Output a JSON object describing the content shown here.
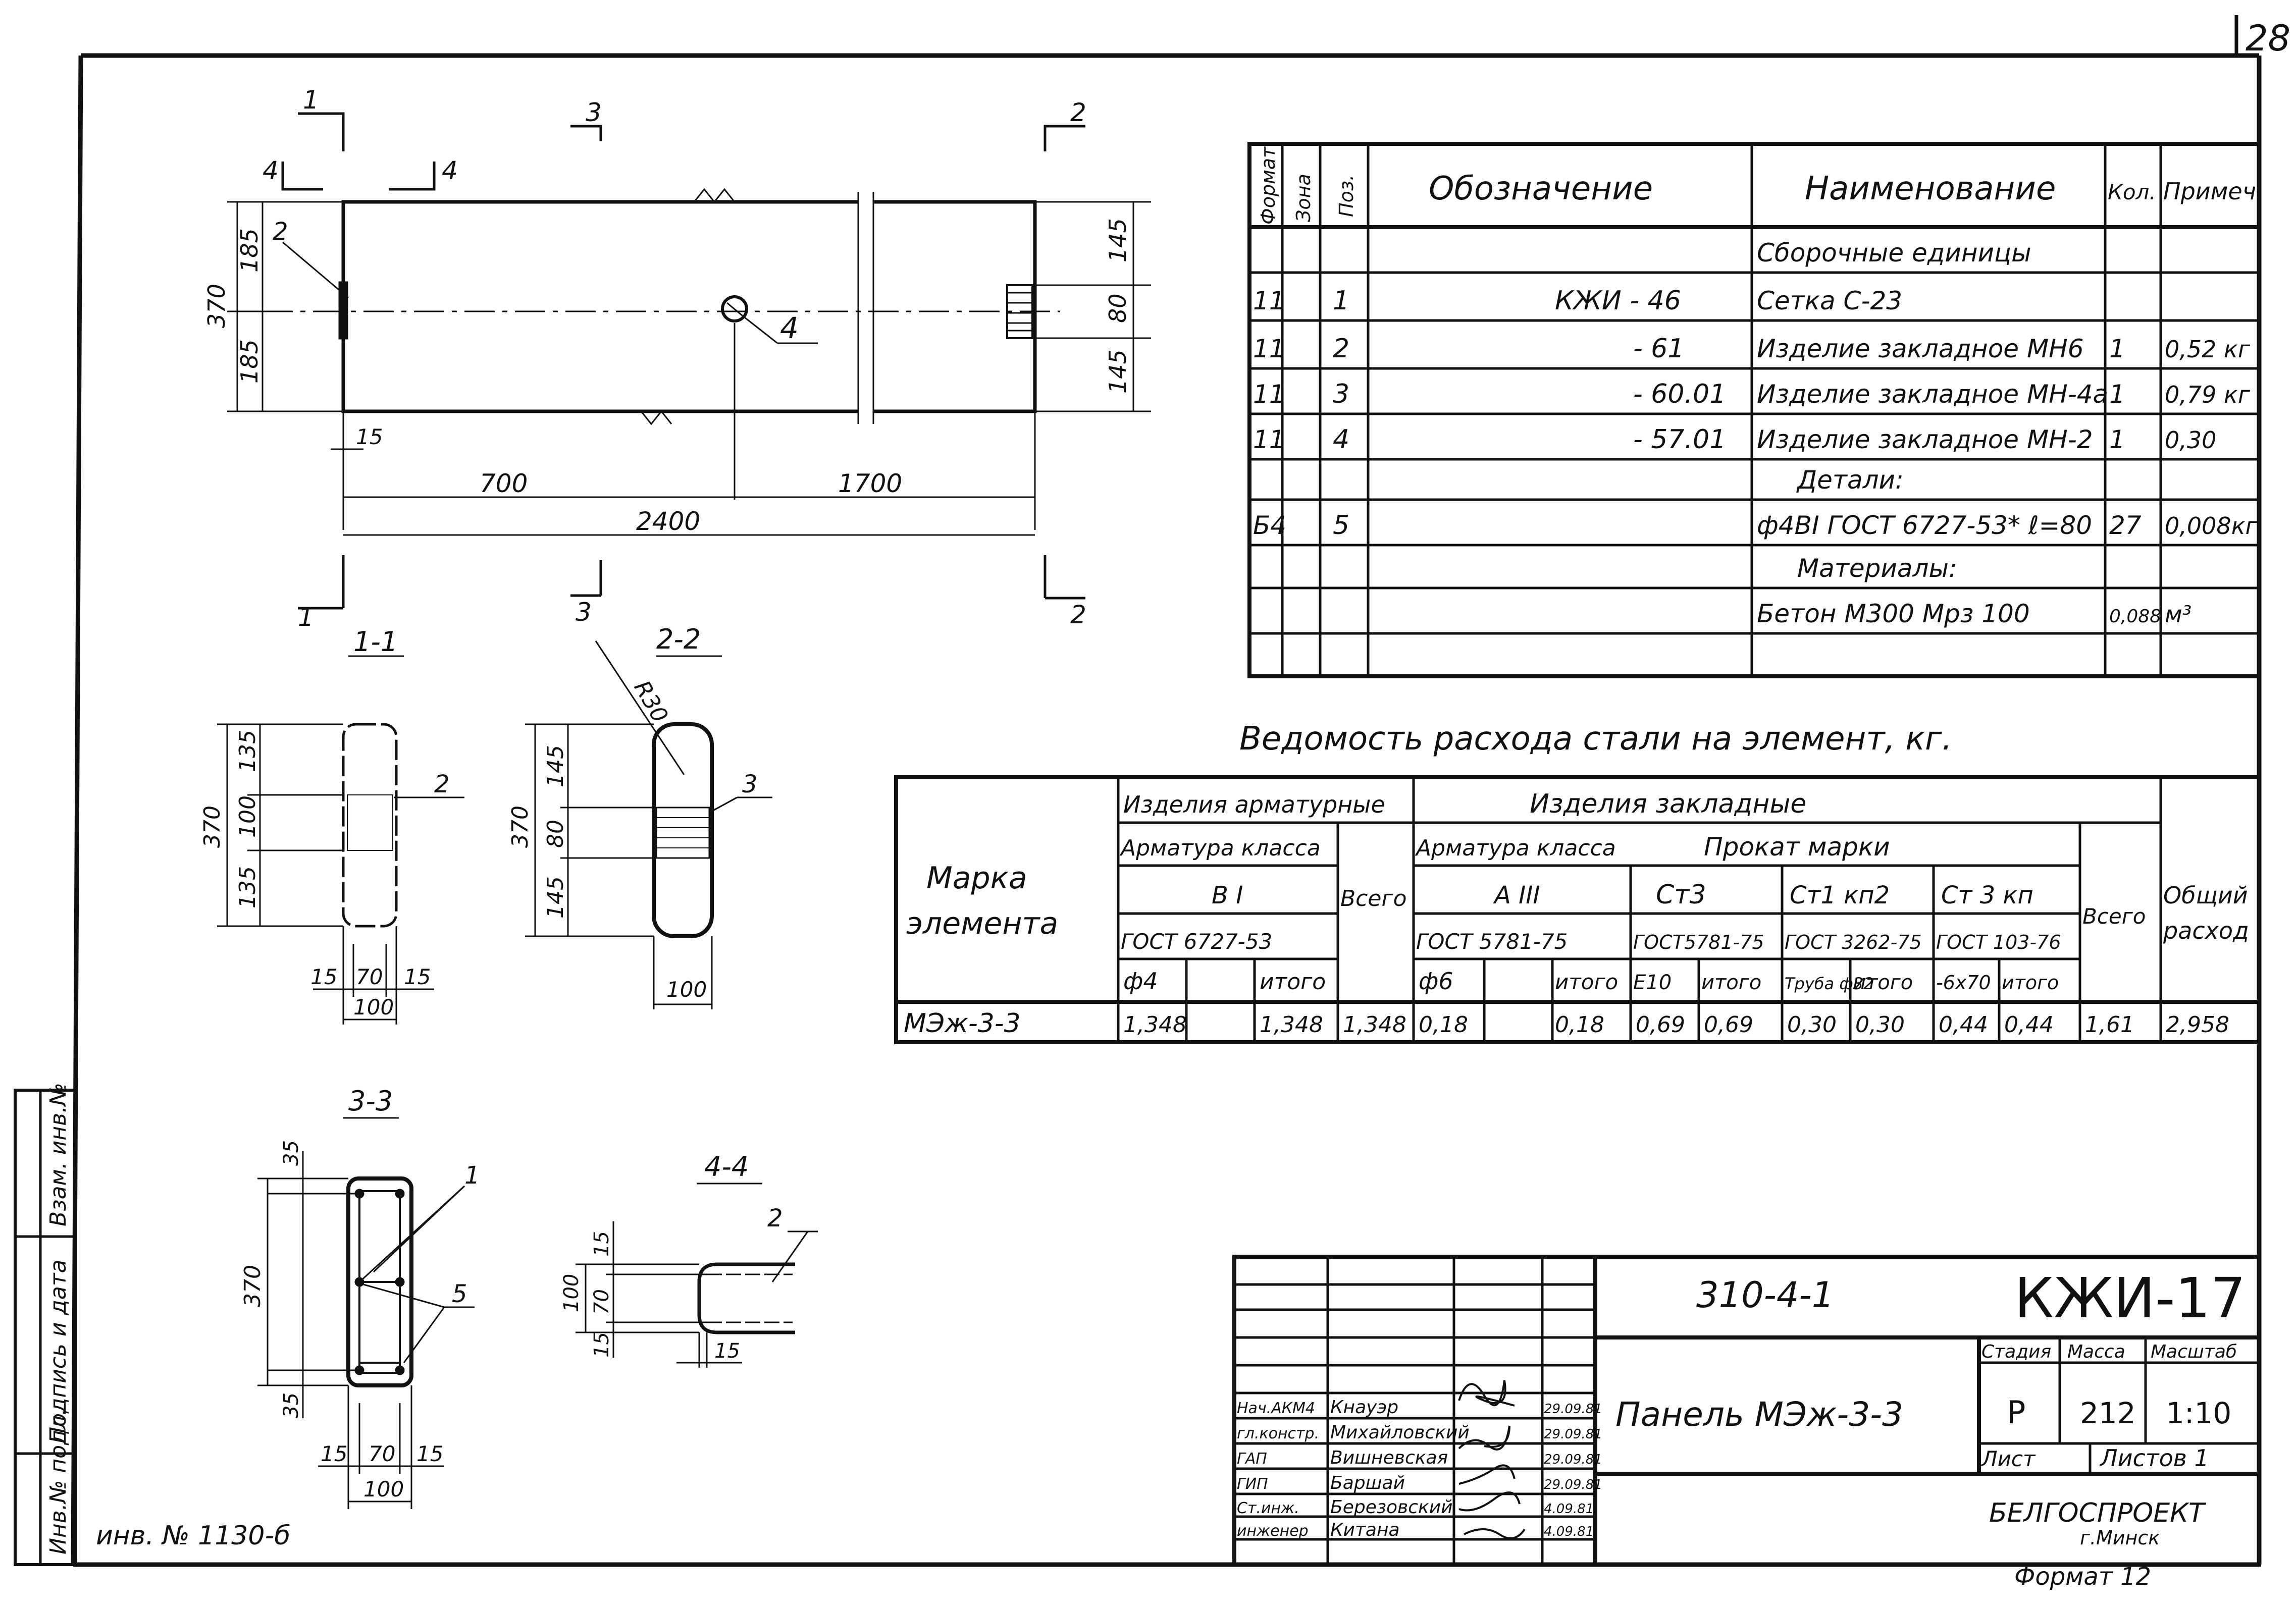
{
  "sheet": {
    "page_number": "28",
    "inventory_label": "инв. № 1130-б",
    "format_label": "Формат 12",
    "side_stamp": [
      "Инв.№ подл.",
      "Подпись и дата",
      "Взам. инв.№"
    ]
  },
  "plan": {
    "section_marks": [
      "1",
      "2",
      "3",
      "4"
    ],
    "dims": {
      "height_total": "370",
      "height_top": "185",
      "height_bottom": "185",
      "right_top": "145",
      "right_mid": "80",
      "right_bottom": "145",
      "offset_15": "15",
      "left_len": "700",
      "right_len": "1700",
      "total_len": "2400"
    },
    "callouts": [
      "2",
      "4"
    ]
  },
  "sections": {
    "s11": {
      "title": "1-1",
      "h": "370",
      "h1": "135",
      "h2": "100",
      "h3": "135",
      "w1": "15",
      "w2": "70",
      "w3": "15",
      "w": "100",
      "callout": "2"
    },
    "s22": {
      "title": "2-2",
      "radius": "R30",
      "h": "370",
      "h1": "145",
      "h2": "80",
      "h3": "145",
      "w": "100",
      "callout": "3"
    },
    "s33": {
      "title": "3-3",
      "h": "370",
      "top": "35",
      "bottom": "35",
      "w1": "15",
      "w2": "70",
      "w3": "15",
      "w": "100",
      "callouts": [
        "1",
        "5"
      ]
    },
    "s44": {
      "title": "4-4",
      "d1": "15",
      "d2": "70",
      "d3": "15",
      "h": "100",
      "offset": "15",
      "callout": "2"
    }
  },
  "spec": {
    "headers": {
      "format": "Формат",
      "zone": "Зона",
      "pos": "Поз.",
      "designation": "Обозначение",
      "name": "Наименование",
      "qty": "Кол.",
      "note": "Примеч."
    },
    "rows": [
      {
        "format": "",
        "pos": "",
        "designation": "",
        "name": "Сборочные единицы",
        "qty": "",
        "note": ""
      },
      {
        "format": "11",
        "pos": "1",
        "designation": "КЖИ - 46",
        "name": "Сетка С-23",
        "qty": "",
        "note": ""
      },
      {
        "format": "11",
        "pos": "2",
        "designation": "- 61",
        "name": "Изделие закладное МН6",
        "qty": "1",
        "note": "0,52 кг"
      },
      {
        "format": "11",
        "pos": "3",
        "designation": "- 60.01",
        "name": "Изделие закладное МН-4а",
        "qty": "1",
        "note": "0,79 кг"
      },
      {
        "format": "11",
        "pos": "4",
        "designation": "- 57.01",
        "name": "Изделие закладное МН-2",
        "qty": "1",
        "note": "0,30"
      },
      {
        "format": "",
        "pos": "",
        "designation": "",
        "name": "Детали:",
        "qty": "",
        "note": ""
      },
      {
        "format": "Б4",
        "pos": "5",
        "designation": "",
        "name": "ф4ВI ГОСТ 6727-53* ℓ=80",
        "qty": "27",
        "note": "0,008кг"
      },
      {
        "format": "",
        "pos": "",
        "designation": "",
        "name": "Материалы:",
        "qty": "",
        "note": ""
      },
      {
        "format": "",
        "pos": "",
        "designation": "",
        "name": "Бетон М300 Мрз 100",
        "qty": "0,088",
        "note": "м³"
      },
      {
        "format": "",
        "pos": "",
        "designation": "",
        "name": "",
        "qty": "",
        "note": ""
      }
    ]
  },
  "steel": {
    "title": "Ведомость расхода стали на элемент, кг.",
    "h_mark": "Марка элемента",
    "h_armature_items": "Изделия арматурные",
    "h_embedded_items": "Изделия закладные",
    "h_armature_class": "Арматура класса",
    "h_class_b1": "B I",
    "h_gost_b1": "ГОСТ 6727-53",
    "h_total": "Всего",
    "h_armature_class2": "Арматура класса",
    "h_class_a3": "A III",
    "h_gost_a3": "ГОСТ 5781-75",
    "h_rolled": "Прокат марки",
    "h_st3": "Ст3",
    "h_st1kp2": "Ст1 кп2",
    "h_st3kp": "Ст 3 кп",
    "h_gost_st3": "ГОСТ5781-75",
    "h_gost_st1": "ГОСТ 3262-75",
    "h_gost_st3kp": "ГОСТ 103-76",
    "h_total2": "Всего",
    "h_overall": "Общий расход",
    "h_d4": "ф4",
    "h_itogo": "итого",
    "h_d6": "ф6",
    "h_l10": "Е10",
    "h_pipe": "Труба ф32",
    "h_band": "-6х70",
    "h_itogo_short": "итого",
    "row": {
      "mark": "МЭж-3-3",
      "d4": "1,348",
      "blank1": "",
      "itogo1": "1,348",
      "total1": "1,348",
      "d6": "0,18",
      "blank2": "",
      "itogo2": "0,18",
      "l10": "0,69",
      "itogo3": "0,69",
      "pipe": "0,30",
      "itogo4": "0,30",
      "band": "0,44",
      "itogo5": "0,44",
      "total2": "1,61",
      "overall": "2,958"
    }
  },
  "stamp": {
    "project": "310-4-1",
    "code": "КЖИ-17",
    "title": "Панель МЭж-3-3",
    "stage_label": "Стадия",
    "mass_label": "Масса",
    "scale_label": "Масштаб",
    "stage": "Р",
    "mass": "212",
    "scale": "1:10",
    "sheet_label": "Лист",
    "sheets_label": "Листов 1",
    "org": "БЕЛГОСПРОЕКТ",
    "city": "г.Минск",
    "people": [
      {
        "role": "Нач.АКМ4",
        "name": "Кнауэр",
        "date": "29.09.81"
      },
      {
        "role": "гл.констр.",
        "name": "Михайловский",
        "date": "29.09.81"
      },
      {
        "role": "ГАП",
        "name": "Вишневская",
        "date": "29.09.81"
      },
      {
        "role": "ГИП",
        "name": "Баршай",
        "date": "29.09.81"
      },
      {
        "role": "Ст.инж.",
        "name": "Березовский",
        "date": "4.09.81"
      },
      {
        "role": "инженер",
        "name": "Китана",
        "date": "4.09.81"
      }
    ]
  }
}
